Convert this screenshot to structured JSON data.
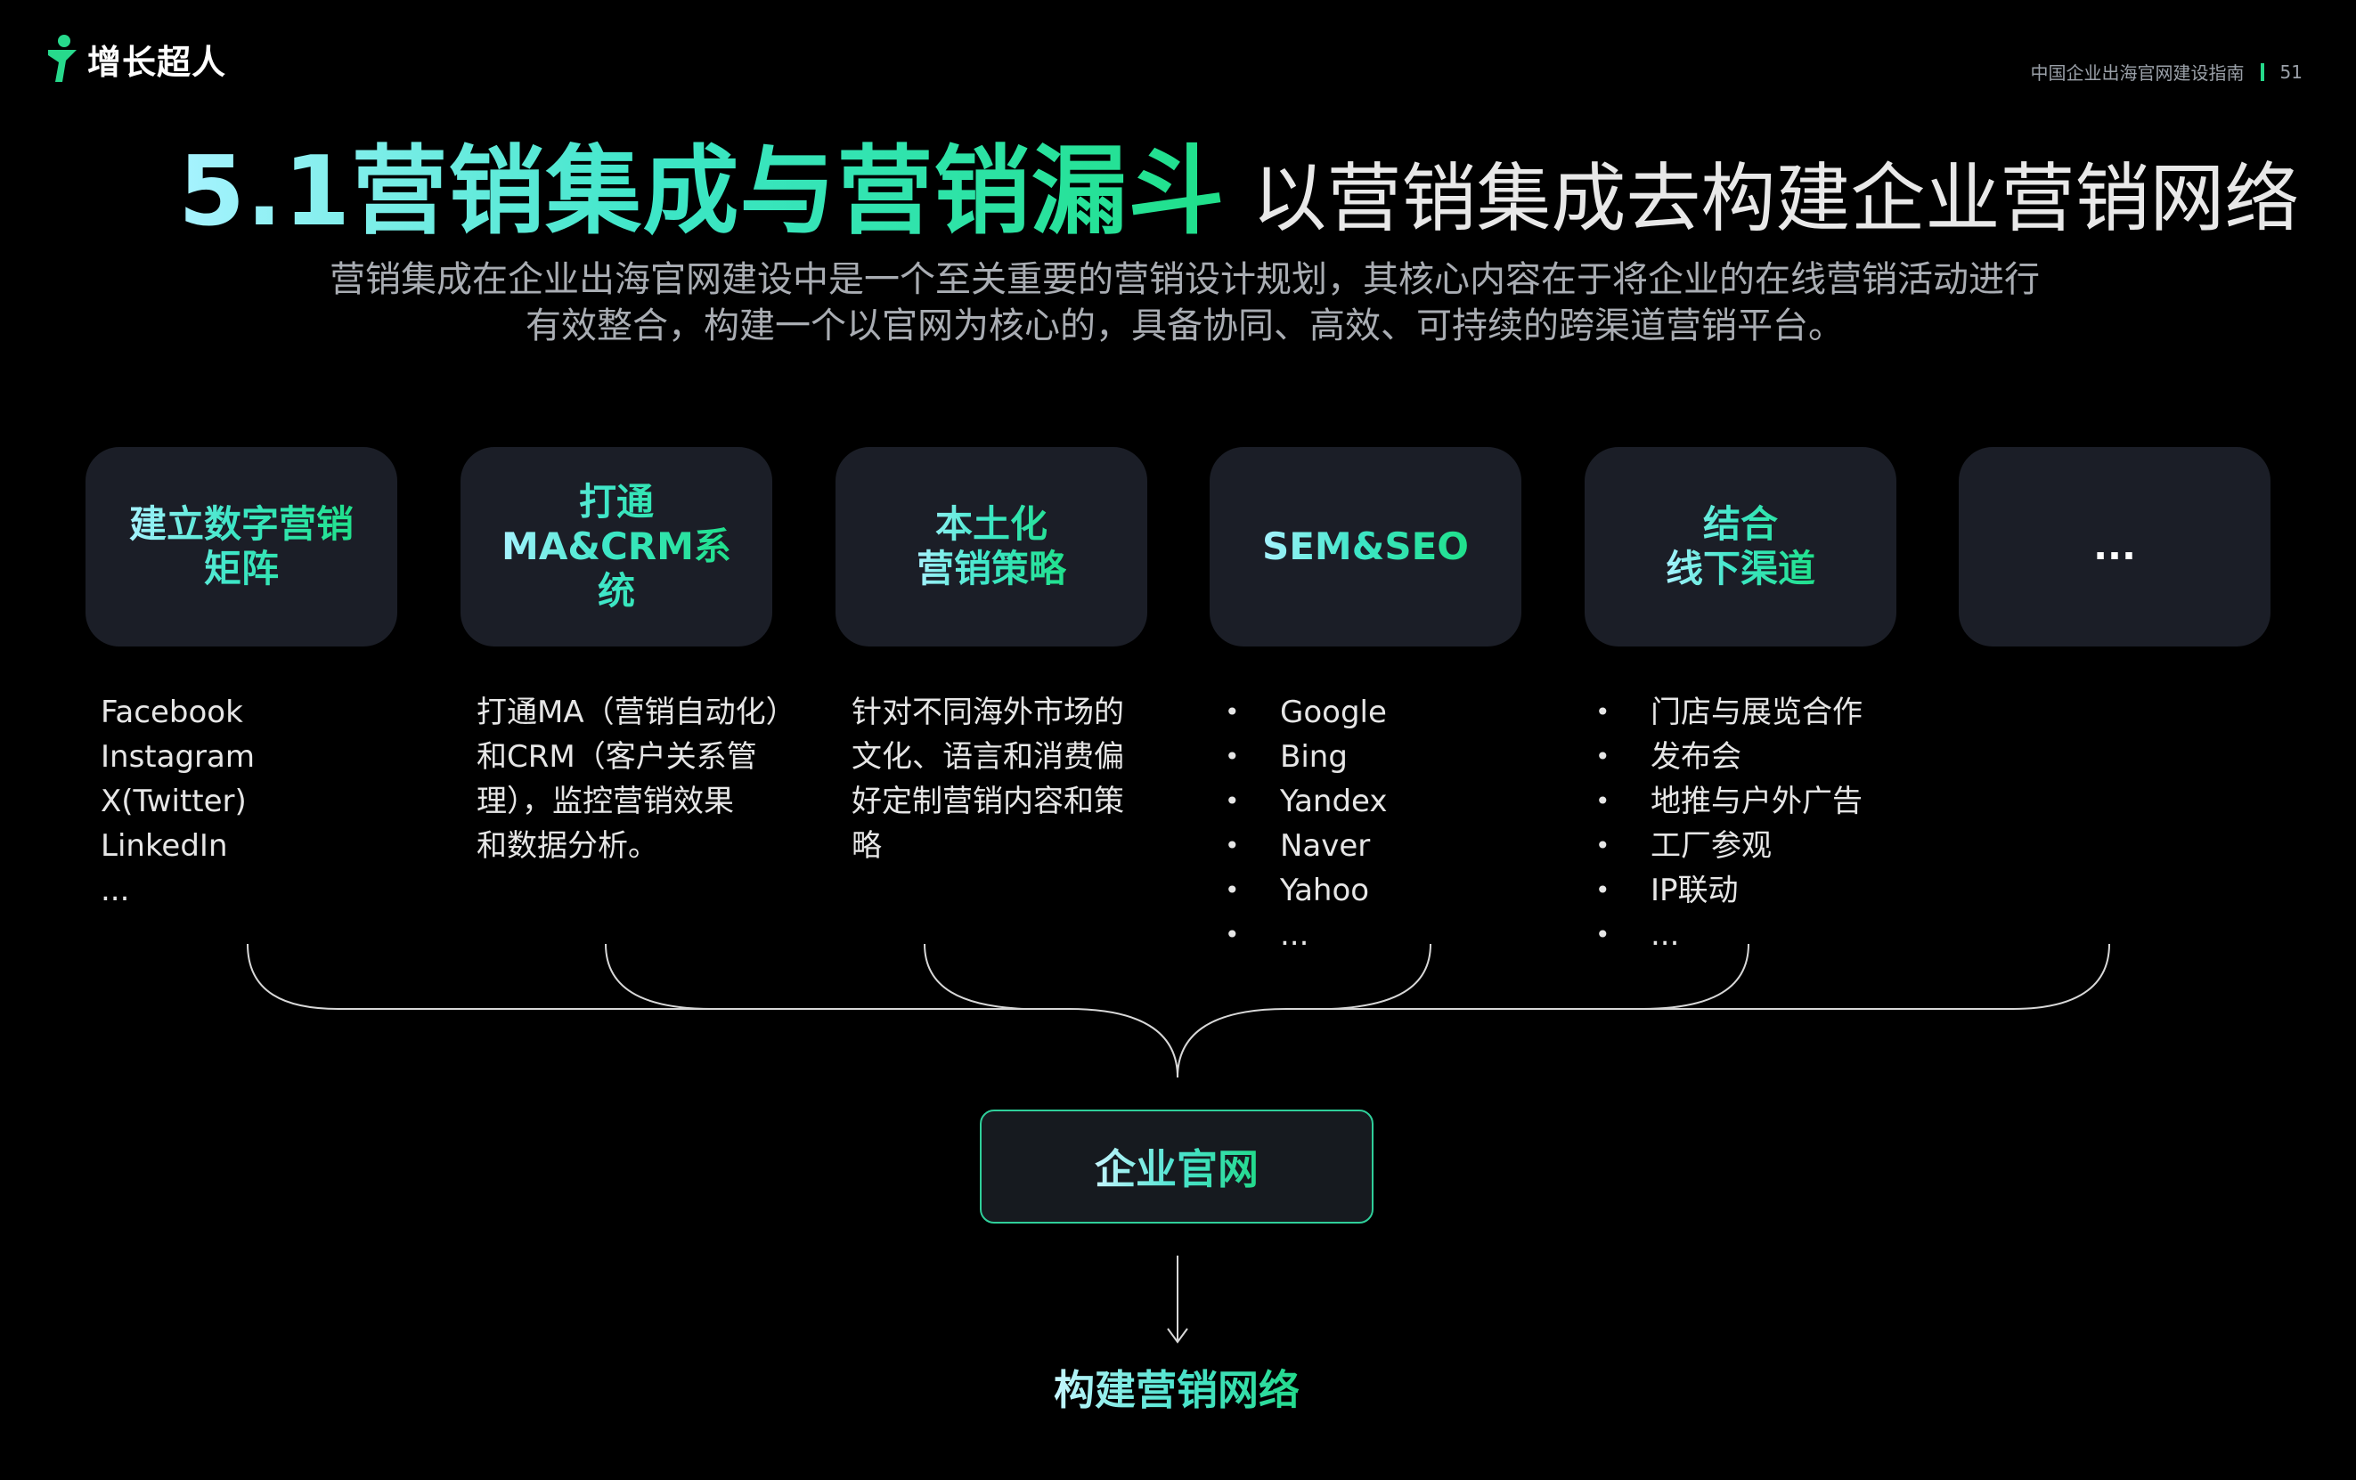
{
  "brand": {
    "name": "增长超人"
  },
  "doc": {
    "name": "中国企业出海官网建设指南",
    "page": "51"
  },
  "title": {
    "main": "5.1营销集成与营销漏斗",
    "sub": "以营销集成去构建企业营销网络"
  },
  "intro": "营销集成在企业出海官网建设中是一个至关重要的营销设计规划，其核心内容在于将企业的在线营销活动进行有效整合，构建一个以官网为核心的，具备协同、高效、可持续的跨渠道营销平台。",
  "cards": [
    {
      "label": "建立数字营销\n矩阵"
    },
    {
      "label": "打通\nMA&CRM系\n统"
    },
    {
      "label": "本土化\n营销策略"
    },
    {
      "label": "SEM&SEO"
    },
    {
      "label": "结合\n线下渠道"
    },
    {
      "label": "..."
    }
  ],
  "details": {
    "social": [
      "Facebook",
      "Instagram",
      "X(Twitter)",
      "LinkedIn",
      "..."
    ],
    "ma_crm": "打通MA（营销自动化）\n和CRM（客户关系管\n理），监控营销效果\n和数据分析。",
    "localization": "针对不同海外市场的\n文化、语言和消费偏\n好定制营销内容和策\n略",
    "search": [
      "Google",
      "Bing",
      "Yandex",
      "Naver",
      "Yahoo",
      "..."
    ],
    "offline": [
      "门店与展览合作",
      "发布会",
      "地推与户外广告",
      "工厂参观",
      "IP联动",
      "..."
    ]
  },
  "hub": {
    "label": "企业官网"
  },
  "result": {
    "label": "构建营销网络"
  },
  "colors": {
    "accent_start": "#a7f3ff",
    "accent_mid": "#3ee6c8",
    "accent_end": "#1fe08a",
    "card_bg": "#1b1e27"
  }
}
